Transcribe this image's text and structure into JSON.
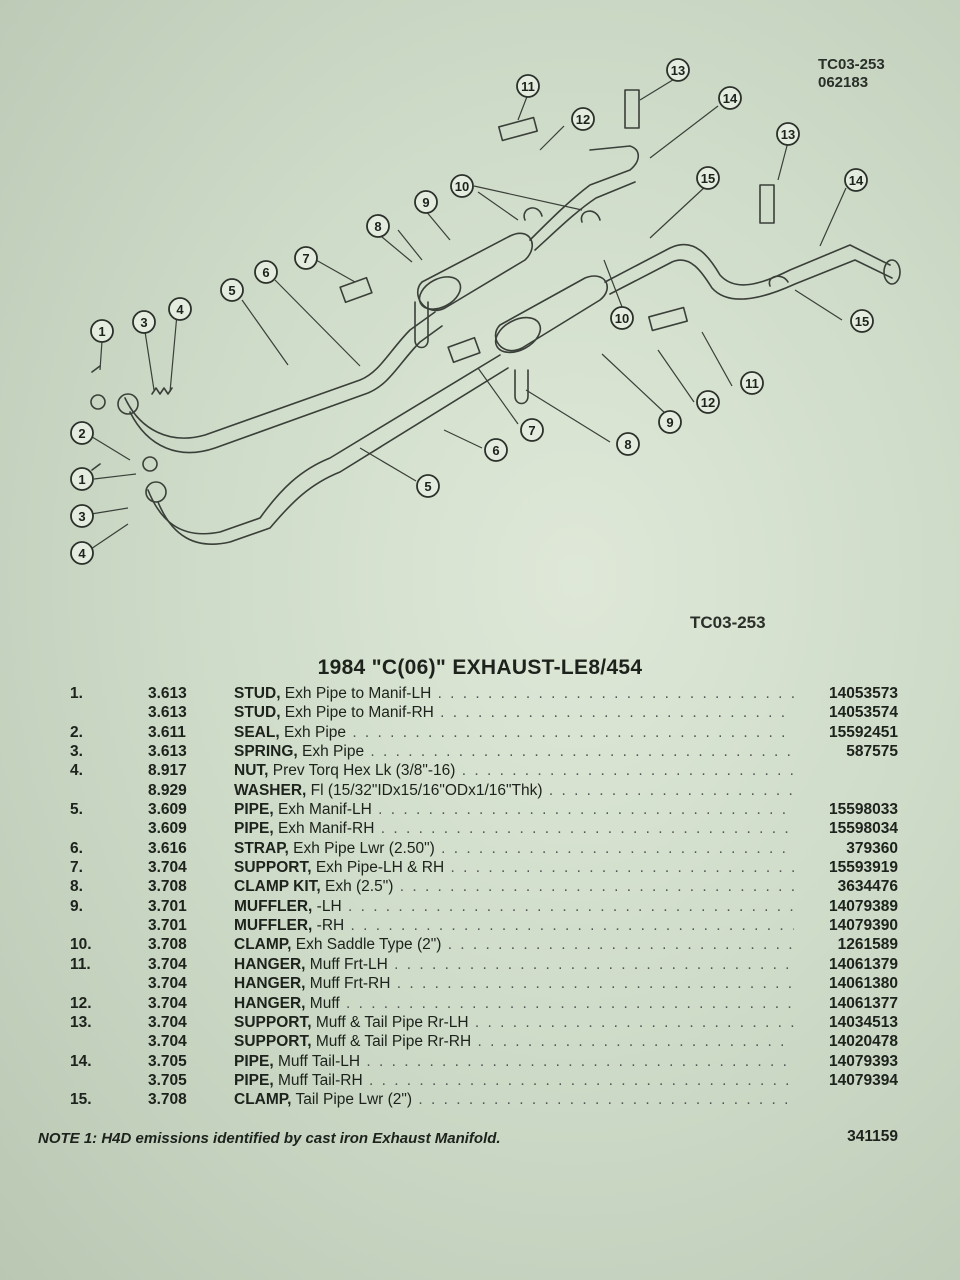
{
  "refs": {
    "top_code": "TC03-253",
    "top_number": "062183",
    "figure_code": "TC03-253"
  },
  "title": "1984 \"C(06)\" EXHAUST-LE8/454",
  "callouts": [
    "1",
    "2",
    "3",
    "4",
    "5",
    "6",
    "7",
    "8",
    "9",
    "10",
    "11",
    "12",
    "13",
    "14",
    "15"
  ],
  "parts": [
    {
      "num": "1.",
      "section": "3.613",
      "name": "STUD,",
      "desc": " Exh Pipe to Manif-LH",
      "pn": "14053573"
    },
    {
      "num": "",
      "section": "3.613",
      "name": "STUD,",
      "desc": " Exh Pipe to Manif-RH",
      "pn": "14053574"
    },
    {
      "num": "2.",
      "section": "3.611",
      "name": "SEAL,",
      "desc": " Exh Pipe",
      "pn": "15592451"
    },
    {
      "num": "3.",
      "section": "3.613",
      "name": "SPRING,",
      "desc": " Exh Pipe",
      "pn": "587575"
    },
    {
      "num": "4.",
      "section": "8.917",
      "name": "NUT,",
      "desc": " Prev Torq Hex Lk (3/8\"-16)",
      "pn": ""
    },
    {
      "num": "",
      "section": "8.929",
      "name": "WASHER,",
      "desc": " Fl (15/32\"IDx15/16\"ODx1/16\"Thk)",
      "pn": ""
    },
    {
      "num": "5.",
      "section": "3.609",
      "name": "PIPE,",
      "desc": " Exh Manif-LH",
      "pn": "15598033"
    },
    {
      "num": "",
      "section": "3.609",
      "name": "PIPE,",
      "desc": " Exh Manif-RH",
      "pn": "15598034"
    },
    {
      "num": "6.",
      "section": "3.616",
      "name": "STRAP,",
      "desc": " Exh Pipe Lwr (2.50\")",
      "pn": "379360"
    },
    {
      "num": "7.",
      "section": "3.704",
      "name": "SUPPORT,",
      "desc": " Exh Pipe-LH & RH",
      "pn": "15593919"
    },
    {
      "num": "8.",
      "section": "3.708",
      "name": "CLAMP KIT,",
      "desc": " Exh (2.5\")",
      "pn": "3634476"
    },
    {
      "num": "9.",
      "section": "3.701",
      "name": "MUFFLER,",
      "desc": " -LH",
      "pn": "14079389"
    },
    {
      "num": "",
      "section": "3.701",
      "name": "MUFFLER,",
      "desc": " -RH",
      "pn": "14079390"
    },
    {
      "num": "10.",
      "section": "3.708",
      "name": "CLAMP,",
      "desc": " Exh Saddle Type (2\")",
      "pn": "1261589"
    },
    {
      "num": "11.",
      "section": "3.704",
      "name": "HANGER,",
      "desc": " Muff Frt-LH",
      "pn": "14061379"
    },
    {
      "num": "",
      "section": "3.704",
      "name": "HANGER,",
      "desc": " Muff Frt-RH",
      "pn": "14061380"
    },
    {
      "num": "12.",
      "section": "3.704",
      "name": "HANGER,",
      "desc": " Muff",
      "pn": "14061377"
    },
    {
      "num": "13.",
      "section": "3.704",
      "name": "SUPPORT,",
      "desc": " Muff & Tail Pipe Rr-LH",
      "pn": "14034513"
    },
    {
      "num": "",
      "section": "3.704",
      "name": "SUPPORT,",
      "desc": " Muff & Tail Pipe Rr-RH",
      "pn": "14020478"
    },
    {
      "num": "14.",
      "section": "3.705",
      "name": "PIPE,",
      "desc": " Muff Tail-LH",
      "pn": "14079393"
    },
    {
      "num": "",
      "section": "3.705",
      "name": "PIPE,",
      "desc": " Muff Tail-RH",
      "pn": "14079394"
    },
    {
      "num": "15.",
      "section": "3.708",
      "name": "CLAMP,",
      "desc": " Tail Pipe Lwr (2\")",
      "pn": ""
    }
  ],
  "note": {
    "text": "NOTE 1: H4D emissions identified by cast iron Exhaust Manifold.",
    "pn": "341159"
  }
}
